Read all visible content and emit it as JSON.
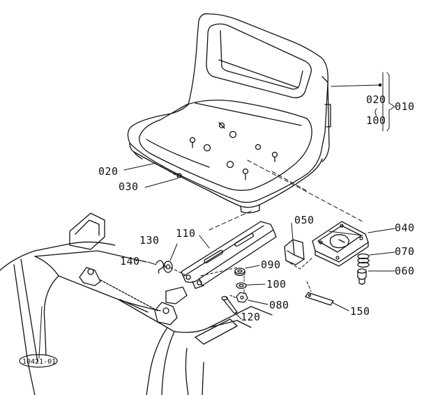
{
  "diagram": {
    "labels": {
      "l010": "010",
      "l020a": "020",
      "l100a": "100",
      "l020b": "020",
      "l030": "030",
      "l040": "040",
      "l050": "050",
      "l060": "060",
      "l070": "070",
      "l080": "080",
      "l090": "090",
      "l100b": "100",
      "l110": "110",
      "l120": "120",
      "l130": "130",
      "l140": "140",
      "l150": "150",
      "figure_id": "10421-01"
    },
    "colors": {
      "ink": "#111111",
      "paper": "#ffffff"
    }
  }
}
